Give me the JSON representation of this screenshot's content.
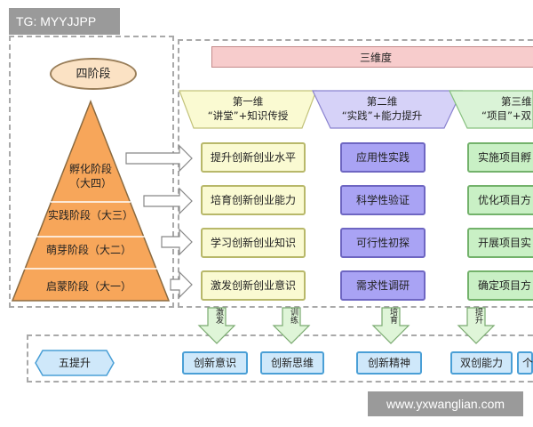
{
  "tag": "TG: MYYJJPP",
  "watermark": "www.yxwanglian.com",
  "left_panel": {
    "stage_title": "四阶段",
    "stages": [
      "孵化阶段\n（大四）",
      "实践阶段（大三）",
      "萌芽阶段（大二）",
      "启蒙阶段（大一）"
    ]
  },
  "main_title": "三维度",
  "columns": [
    {
      "head_line1": "第一维",
      "head_line2": "“讲堂”+知识传授",
      "items": [
        "提升创新创业水平",
        "培育创新创业能力",
        "学习创新创业知识",
        "激发创新创业意识"
      ]
    },
    {
      "head_line1": "第二维",
      "head_line2": "“实践”+能力提升",
      "items": [
        "应用性实践",
        "科学性验证",
        "可行性初探",
        "需求性调研"
      ]
    },
    {
      "head_line1": "第三维",
      "head_line2": "“项目”+双",
      "items": [
        "实施项目孵",
        "优化项目方",
        "开展项目实",
        "确定项目方"
      ]
    }
  ],
  "arrow_labels": [
    "激发",
    "训练",
    "培育",
    "提升"
  ],
  "bottom": {
    "label": "五提升",
    "items": [
      "创新意识",
      "创新思维",
      "创新精神",
      "双创能力",
      "个"
    ]
  },
  "colors": {
    "pyramid": "#f7a65a",
    "col1": "#fafad2",
    "col2": "#a9a3f4",
    "col3": "#c9f0c5",
    "bottom": "#cfe8fa"
  }
}
